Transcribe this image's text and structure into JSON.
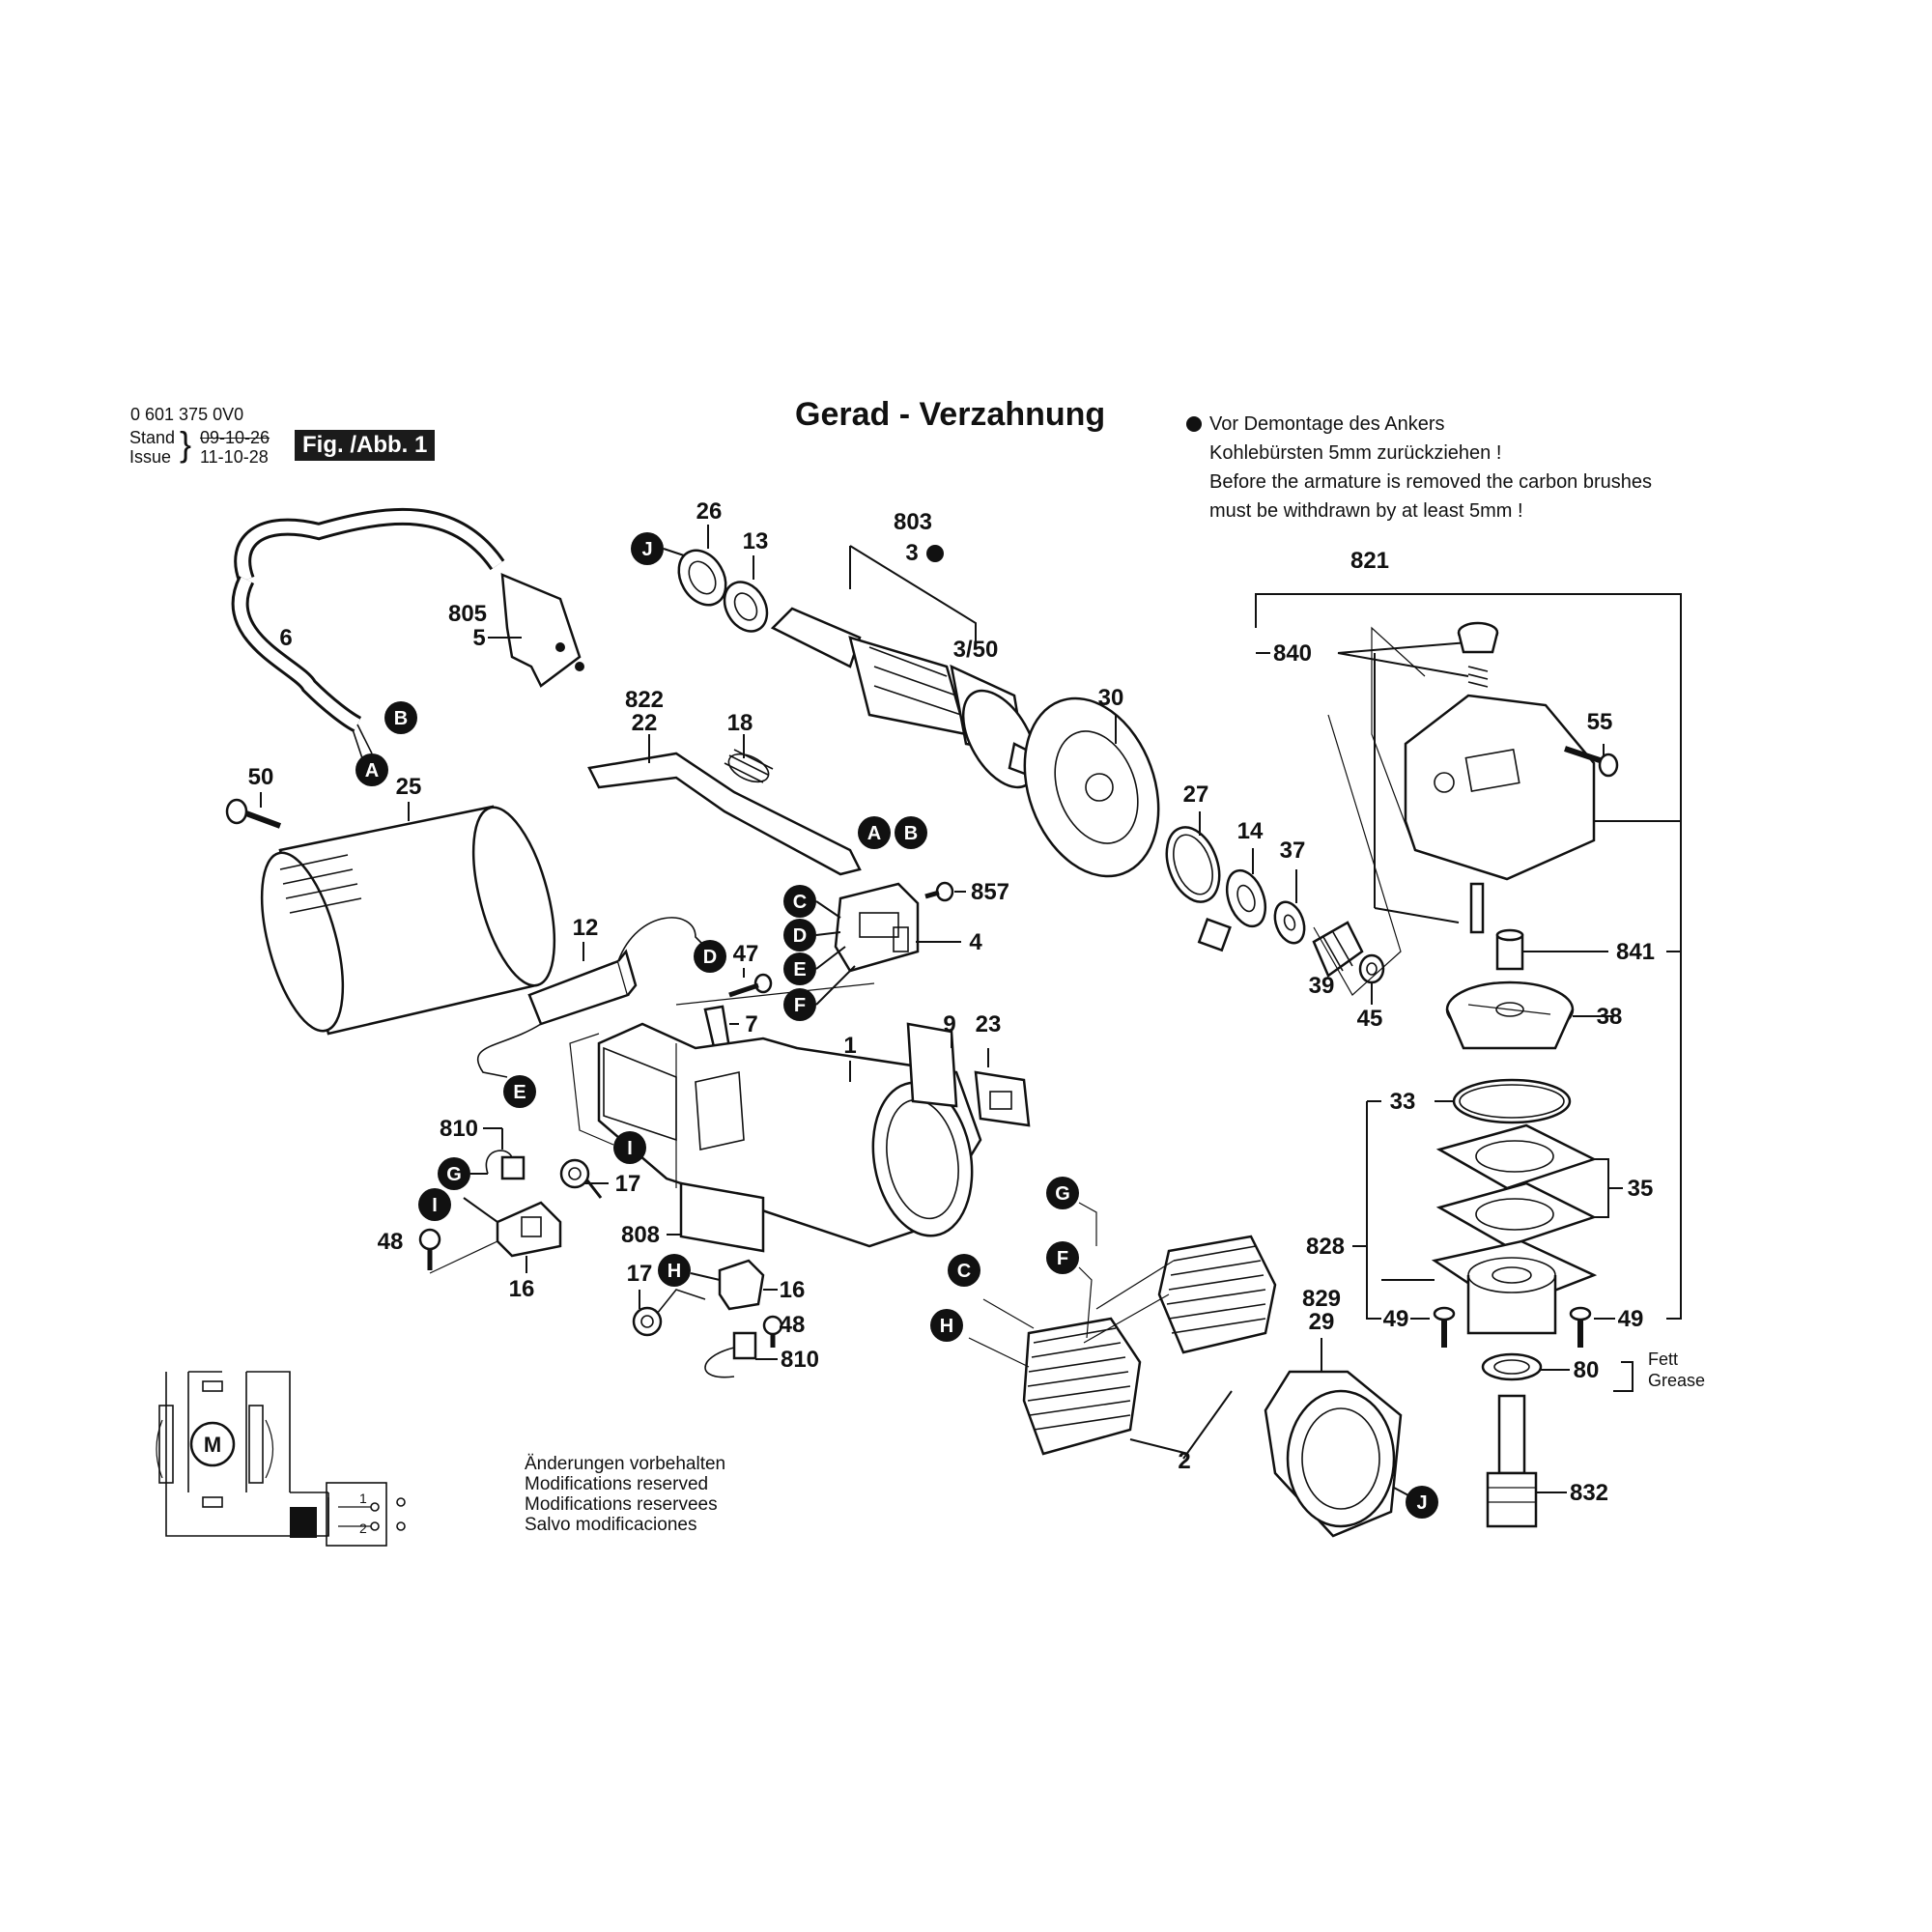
{
  "header": {
    "part_number": "0 601 375 0V0",
    "stand_label": "Stand",
    "issue_label": "Issue",
    "date_old": "09-10-26",
    "date_new": "11-10-28",
    "figure_label": "Fig. /Abb. 1"
  },
  "title": "Gerad - Verzahnung",
  "note": {
    "de_line1": "Vor Demontage des Ankers",
    "de_line2": "Kohlebürsten 5mm zurückziehen !",
    "en_line1": "Before the armature is removed the carbon brushes",
    "en_line2": "must be withdrawn by at least 5mm !"
  },
  "modifications": [
    "Änderungen vorbehalten",
    "Modifications reserved",
    "Modifications reservees",
    "Salvo modificaciones"
  ],
  "grease": {
    "de": "Fett",
    "en": "Grease"
  },
  "motor_symbol": "M",
  "switch_labels": [
    "1",
    "2"
  ],
  "part_labels": {
    "p26": "26",
    "p13": "13",
    "p803": "803",
    "p3": "3",
    "p3_50": "3/50",
    "p805": "805",
    "p5": "5",
    "p6": "6",
    "p822": "822",
    "p22": "22",
    "p18": "18",
    "p30": "30",
    "p821": "821",
    "p840": "840",
    "p55": "55",
    "p50": "50",
    "p25": "25",
    "p27": "27",
    "p14": "14",
    "p37": "37",
    "p857": "857",
    "p4": "4",
    "p12": "12",
    "p47": "47",
    "p841": "841",
    "p39": "39",
    "p45": "45",
    "p38": "38",
    "p7": "7",
    "p1": "1",
    "p9": "9",
    "p23": "23",
    "p33": "33",
    "p35": "35",
    "p810a": "810",
    "p17a": "17",
    "p48a": "48",
    "p16a": "16",
    "p808": "808",
    "p828": "828",
    "p17b": "17",
    "p16b": "16",
    "p48b": "48",
    "p810b": "810",
    "p829": "829",
    "p29": "29",
    "p49a": "49",
    "p49b": "49",
    "p80": "80",
    "p2": "2",
    "p832": "832"
  },
  "connector_letters": {
    "J": "J",
    "B": "B",
    "A": "A",
    "D": "D",
    "C": "C",
    "E": "E",
    "F": "F",
    "G": "G",
    "I": "I",
    "H": "H"
  },
  "colors": {
    "ink": "#111111",
    "paper": "#ffffff"
  }
}
